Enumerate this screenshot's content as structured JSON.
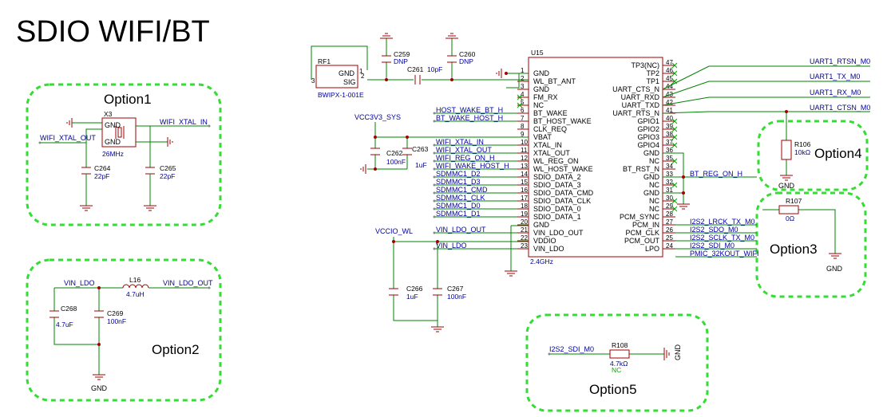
{
  "title": "SDIO WIFI/BT",
  "options": [
    "Option1",
    "Option2",
    "Option3",
    "Option4",
    "Option5"
  ],
  "u15": {
    "ref": "U15",
    "value": "2.4GHz",
    "left_pins": [
      {
        "num": "1",
        "name": "GND"
      },
      {
        "num": "2",
        "name": "WL_BT_ANT"
      },
      {
        "num": "3",
        "name": "GND"
      },
      {
        "num": "4",
        "name": "FM_RX"
      },
      {
        "num": "5",
        "name": "NC"
      },
      {
        "num": "6",
        "name": "BT_WAKE"
      },
      {
        "num": "7",
        "name": "BT_HOST_WAKE"
      },
      {
        "num": "8",
        "name": "CLK_REQ"
      },
      {
        "num": "9",
        "name": "VBAT"
      },
      {
        "num": "10",
        "name": "XTAL_IN"
      },
      {
        "num": "11",
        "name": "XTAL_OUT"
      },
      {
        "num": "12",
        "name": "WL_REG_ON"
      },
      {
        "num": "13",
        "name": "WL_HOST_WAKE"
      },
      {
        "num": "14",
        "name": "SDIO_DATA_2"
      },
      {
        "num": "15",
        "name": "SDIO_DATA_3"
      },
      {
        "num": "16",
        "name": "SDIO_DATA_CMD"
      },
      {
        "num": "17",
        "name": "SDIO_DATA_CLK"
      },
      {
        "num": "18",
        "name": "SDIO_DATA_0"
      },
      {
        "num": "19",
        "name": "SDIO_DATA_1"
      },
      {
        "num": "20",
        "name": "GND"
      },
      {
        "num": "21",
        "name": "VIN_LDO_OUT"
      },
      {
        "num": "22",
        "name": "VDDIO"
      },
      {
        "num": "23",
        "name": "VIN_LDO"
      }
    ],
    "right_pins": [
      {
        "num": "47",
        "name": "TP3(NC)"
      },
      {
        "num": "46",
        "name": "TP2"
      },
      {
        "num": "45",
        "name": "TP1"
      },
      {
        "num": "44",
        "name": "UART_CTS_N"
      },
      {
        "num": "43",
        "name": "UART_RXD"
      },
      {
        "num": "42",
        "name": "UART_TXD"
      },
      {
        "num": "41",
        "name": "UART_RTS_N"
      },
      {
        "num": "40",
        "name": "GPIO1"
      },
      {
        "num": "39",
        "name": "GPIO2"
      },
      {
        "num": "38",
        "name": "GPIO3"
      },
      {
        "num": "37",
        "name": "GPIO4"
      },
      {
        "num": "36",
        "name": "GND"
      },
      {
        "num": "35",
        "name": "NC"
      },
      {
        "num": "34",
        "name": "BT_RST_N"
      },
      {
        "num": "33",
        "name": "GND"
      },
      {
        "num": "32",
        "name": "NC"
      },
      {
        "num": "31",
        "name": "GND"
      },
      {
        "num": "30",
        "name": "NC"
      },
      {
        "num": "29",
        "name": "NC"
      },
      {
        "num": "28",
        "name": "PCM_SYNC"
      },
      {
        "num": "27",
        "name": "PCM_IN"
      },
      {
        "num": "26",
        "name": "PCM_CLK"
      },
      {
        "num": "25",
        "name": "PCM_OUT"
      },
      {
        "num": "24",
        "name": "LPO"
      }
    ]
  },
  "left_nets": [
    {
      "row": 5,
      "name": "HOST_WAKE_BT_H"
    },
    {
      "row": 6,
      "name": "BT_WAKE_HOST_H"
    },
    {
      "row": 9,
      "name": "WIFI_XTAL_IN"
    },
    {
      "row": 10,
      "name": "WIFI_XTAL_OUT"
    },
    {
      "row": 11,
      "name": "WIFI_REG_ON_H"
    },
    {
      "row": 12,
      "name": "WIFI_WAKE_HOST_H"
    },
    {
      "row": 13,
      "name": "SDMMC1_D2"
    },
    {
      "row": 14,
      "name": "SDMMC1_D3"
    },
    {
      "row": 15,
      "name": "SDMMC1_CMD"
    },
    {
      "row": 16,
      "name": "SDMMC1_CLK"
    },
    {
      "row": 17,
      "name": "SDMMC1_D0"
    },
    {
      "row": 18,
      "name": "SDMMC1_D1"
    },
    {
      "row": 20,
      "name": "VIN_LDO_OUT"
    },
    {
      "row": 22,
      "name": "VIN_LDO"
    }
  ],
  "right_nets": [
    {
      "row": 13,
      "name": "BT_REG_ON_H"
    },
    {
      "row": 19,
      "name": "I2S2_LRCK_TX_M0"
    },
    {
      "row": 20,
      "name": "I2S2_SDO_M0"
    },
    {
      "row": 21,
      "name": "I2S2_SCLK_TX_M0"
    },
    {
      "row": 22,
      "name": "I2S2_SDI_M0"
    },
    {
      "row": 23,
      "name": "PMIC_32KOUT_WIFI"
    }
  ],
  "uart_nets": [
    "UART1_RTSN_M0",
    "UART1_TX_M0",
    "UART1_RX_M0",
    "UART1_CTSN_M0"
  ],
  "rf": {
    "ref": "RF1",
    "value": "BWIPX-1-001E",
    "gnd_label": "GND",
    "sig_label": "SIG",
    "pin3": "3",
    "pin1": "1",
    "pin2": "2"
  },
  "caps": {
    "c259": {
      "ref": "C259",
      "value": "DNP"
    },
    "c260": {
      "ref": "C260",
      "value": "DNP"
    },
    "c261": {
      "ref": "C261",
      "value": "10pF"
    },
    "c262": {
      "ref": "C262",
      "value": "100nF"
    },
    "c263": {
      "ref": "C263",
      "value": "1uF"
    },
    "c264": {
      "ref": "C264",
      "value": "22pF"
    },
    "c265": {
      "ref": "C265",
      "value": "22pF"
    },
    "c266": {
      "ref": "C266",
      "value": "1uF"
    },
    "c267": {
      "ref": "C267",
      "value": "100nF"
    },
    "c268": {
      "ref": "C268",
      "value": "4.7uF"
    },
    "c269": {
      "ref": "C269",
      "value": "100nF"
    }
  },
  "x3": {
    "ref": "X3",
    "value": "26MHz",
    "gnd1": "GND",
    "gnd2": "GND"
  },
  "l16": {
    "ref": "L16",
    "value": "4.7uH"
  },
  "r106": {
    "ref": "R106",
    "value": "10kΩ"
  },
  "r107": {
    "ref": "R107",
    "value": "0Ω"
  },
  "r108": {
    "ref": "R108",
    "value": "4.7kΩ",
    "nc": "NC"
  },
  "misc_nets": {
    "vcc3v3": "VCC3V3_SYS",
    "vccio": "VCCIO_WL",
    "xtal_in": "WIFI_XTAL_IN",
    "xtal_out": "WIFI_XTAL_OUT",
    "vin_ldo": "VIN_LDO",
    "vin_ldo_out": "VIN_LDO_OUT",
    "i2s_sdi": "I2S2_SDI_M0",
    "gnd": "GND"
  }
}
